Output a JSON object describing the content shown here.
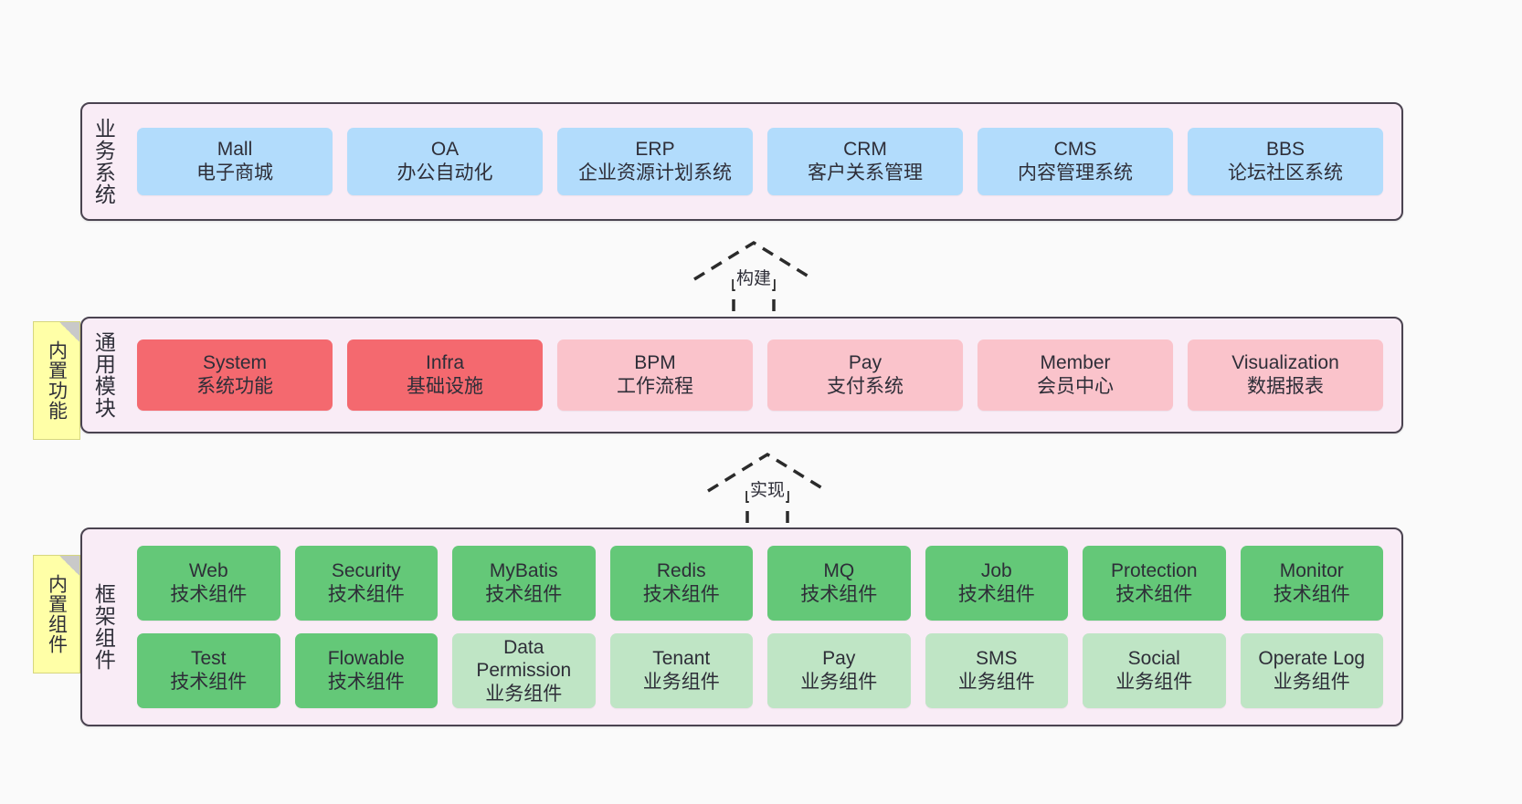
{
  "diagram": {
    "background": "#fafafa",
    "palette": {
      "container_fill": "#f9ecf6",
      "container_border": "#4a4350",
      "blue": "#b2dcfc",
      "red": "#f4696f",
      "pink": "#fac3cb",
      "green": "#64c878",
      "light_green": "#bfe5c5",
      "note_yellow": "#ffffa7",
      "text": "#2e2e38"
    }
  },
  "layers": [
    {
      "id": "business-system",
      "title": "业务系统",
      "rows": [
        {
          "cards": [
            {
              "name": "Mall",
              "sub": "电子商城",
              "color": "blue"
            },
            {
              "name": "OA",
              "sub": "办公自动化",
              "color": "blue"
            },
            {
              "name": "ERP",
              "sub": "企业资源计划系统",
              "color": "blue"
            },
            {
              "name": "CRM",
              "sub": "客户关系管理",
              "color": "blue"
            },
            {
              "name": "CMS",
              "sub": "内容管理系统",
              "color": "blue"
            },
            {
              "name": "BBS",
              "sub": "论坛社区系统",
              "color": "blue"
            }
          ]
        }
      ]
    },
    {
      "id": "common-module",
      "title": "通用模块",
      "note": "内置功能",
      "rows": [
        {
          "cards": [
            {
              "name": "System",
              "sub": "系统功能",
              "color": "red"
            },
            {
              "name": "Infra",
              "sub": "基础设施",
              "color": "red"
            },
            {
              "name": "BPM",
              "sub": "工作流程",
              "color": "pink"
            },
            {
              "name": "Pay",
              "sub": "支付系统",
              "color": "pink"
            },
            {
              "name": "Member",
              "sub": "会员中心",
              "color": "pink"
            },
            {
              "name": "Visualization",
              "sub": "数据报表",
              "color": "pink"
            }
          ]
        }
      ]
    },
    {
      "id": "framework-component",
      "title": "框架组件",
      "note": "内置组件",
      "rows": [
        {
          "cards": [
            {
              "name": "Web",
              "sub": "技术组件",
              "color": "green"
            },
            {
              "name": "Security",
              "sub": "技术组件",
              "color": "green"
            },
            {
              "name": "MyBatis",
              "sub": "技术组件",
              "color": "green"
            },
            {
              "name": "Redis",
              "sub": "技术组件",
              "color": "green"
            },
            {
              "name": "MQ",
              "sub": "技术组件",
              "color": "green"
            },
            {
              "name": "Job",
              "sub": "技术组件",
              "color": "green"
            },
            {
              "name": "Protection",
              "sub": "技术组件",
              "color": "green"
            },
            {
              "name": "Monitor",
              "sub": "技术组件",
              "color": "green"
            }
          ]
        },
        {
          "cards": [
            {
              "name": "Test",
              "sub": "技术组件",
              "color": "green"
            },
            {
              "name": "Flowable",
              "sub": "技术组件",
              "color": "green"
            },
            {
              "name": "Data Permission",
              "sub": "业务组件",
              "color": "lightgreen"
            },
            {
              "name": "Tenant",
              "sub": "业务组件",
              "color": "lightgreen"
            },
            {
              "name": "Pay",
              "sub": "业务组件",
              "color": "lightgreen"
            },
            {
              "name": "SMS",
              "sub": "业务组件",
              "color": "lightgreen"
            },
            {
              "name": "Social",
              "sub": "业务组件",
              "color": "lightgreen"
            },
            {
              "name": "Operate Log",
              "sub": "业务组件",
              "color": "lightgreen"
            }
          ]
        }
      ]
    }
  ],
  "connectors": [
    {
      "id": "build",
      "label": "构建",
      "style": "dashed-hollow-arrow-up"
    },
    {
      "id": "implement",
      "label": "实现",
      "style": "dashed-hollow-arrow-up"
    }
  ]
}
